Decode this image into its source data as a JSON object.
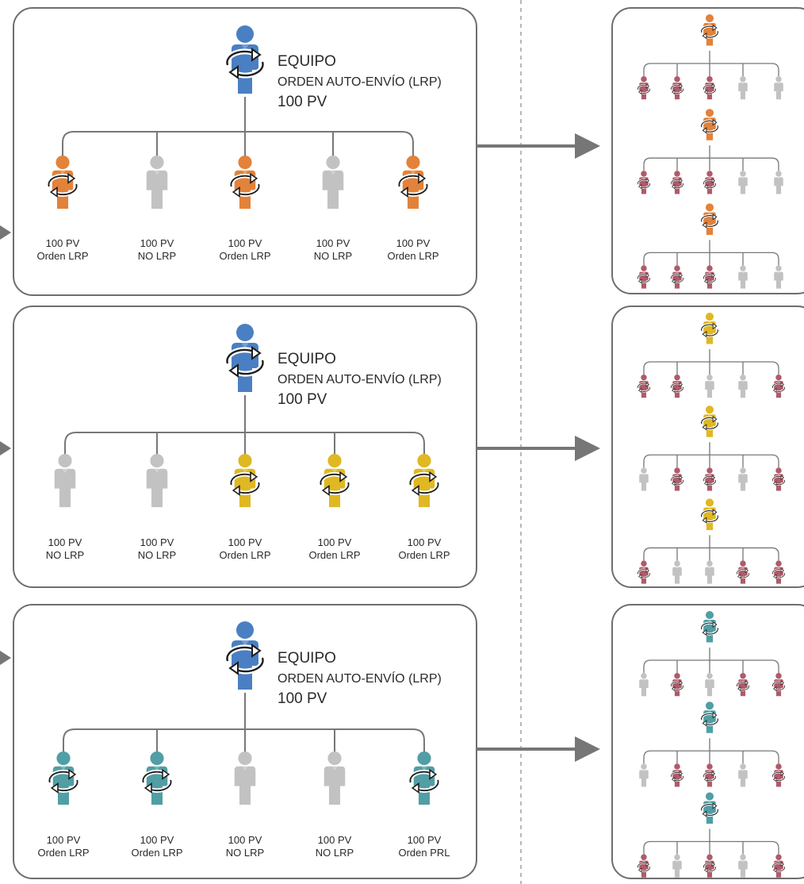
{
  "colors": {
    "leader": "#4a7fc3",
    "gray": "#c2c2c3",
    "downline_active": "#b05a6a",
    "line": "#777777",
    "box_border": "#6e6e6e",
    "arrow": "#767676"
  },
  "icons": {
    "person": "person-icon",
    "refresh": "refresh-cycle-icon"
  },
  "panels": [
    {
      "leader": {
        "line1": "EQUIPO",
        "line2": "ORDEN AUTO-ENVÍO (LRP)",
        "line3": "100 PV"
      },
      "color": "#e3823a",
      "members": [
        {
          "pv": "100 PV",
          "status": "Orden LRP",
          "active": true
        },
        {
          "pv": "100 PV",
          "status": "NO LRP",
          "active": false
        },
        {
          "pv": "100 PV",
          "status": "Orden LRP",
          "active": true
        },
        {
          "pv": "100 PV",
          "status": "NO LRP",
          "active": false
        },
        {
          "pv": "100 PV",
          "status": "Orden LRP",
          "active": true
        }
      ],
      "right_groups": [
        [
          true,
          true,
          true,
          false,
          false
        ],
        [
          true,
          true,
          true,
          false,
          false
        ],
        [
          true,
          true,
          true,
          false,
          false
        ]
      ]
    },
    {
      "leader": {
        "line1": "EQUIPO",
        "line2": "ORDEN AUTO-ENVÍO (LRP)",
        "line3": "100 PV"
      },
      "color": "#dfb823",
      "members": [
        {
          "pv": "100 PV",
          "status": "NO LRP",
          "active": false
        },
        {
          "pv": "100 PV",
          "status": "NO LRP",
          "active": false
        },
        {
          "pv": "100 PV",
          "status": "Orden LRP",
          "active": true
        },
        {
          "pv": "100 PV",
          "status": "Orden LRP",
          "active": true
        },
        {
          "pv": "100 PV",
          "status": "Orden LRP",
          "active": true
        }
      ],
      "right_groups": [
        [
          true,
          true,
          false,
          false,
          true
        ],
        [
          false,
          true,
          true,
          false,
          true
        ],
        [
          true,
          false,
          false,
          true,
          true
        ]
      ]
    },
    {
      "leader": {
        "line1": "EQUIPO",
        "line2": "ORDEN AUTO-ENVÍO (LRP)",
        "line3": "100 PV"
      },
      "color": "#519ea5",
      "members": [
        {
          "pv": "100 PV",
          "status": "Orden LRP",
          "active": true
        },
        {
          "pv": "100 PV",
          "status": "Orden LRP",
          "active": true
        },
        {
          "pv": "100 PV",
          "status": "NO LRP",
          "active": false
        },
        {
          "pv": "100 PV",
          "status": "NO LRP",
          "active": false
        },
        {
          "pv": "100 PV",
          "status": "Orden PRL",
          "active": true
        }
      ],
      "right_groups": [
        [
          false,
          true,
          false,
          true,
          true
        ],
        [
          false,
          true,
          true,
          false,
          true
        ],
        [
          true,
          false,
          true,
          false,
          true
        ]
      ]
    }
  ]
}
